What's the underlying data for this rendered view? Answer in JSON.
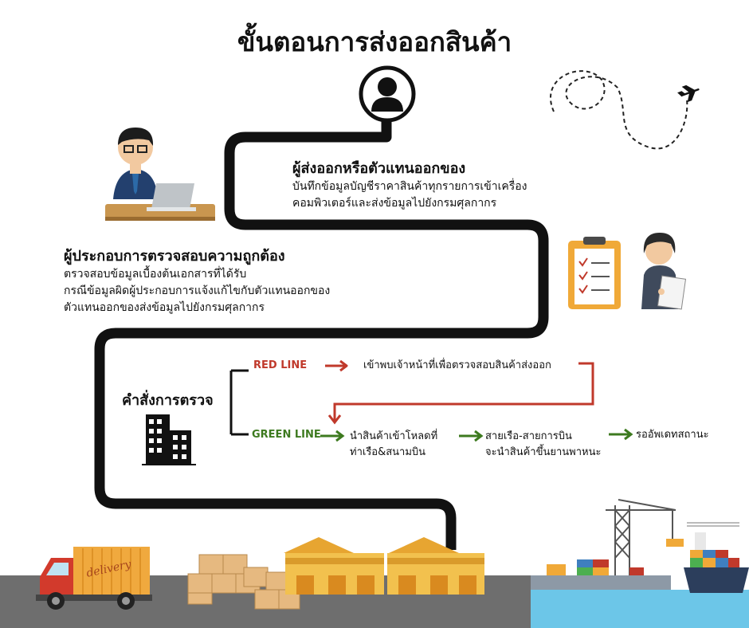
{
  "title": "ขั้นตอนการส่งออกสินค้า",
  "exporter": {
    "heading": "ผู้ส่งออกหรือตัวแทนออกของ",
    "lines": [
      "บันทึกข้อมูลบัญชีราคาสินค้าทุกรายการเข้าเครื่อง",
      "คอมพิวเตอร์และส่งข้อมูลไปยังกรมศุลกากร"
    ]
  },
  "verifier": {
    "heading": "ผู้ประกอบการตรวจสอบความถูกต้อง",
    "lines": [
      "ตรวจสอบข้อมูลเบื้องต้นเอกสารที่ได้รับ",
      "กรณีข้อมูลผิดผู้ประกอบการแจ้งแก้ไขกับตัวแทนออกของ",
      "ตัวแทนออกของส่งข้อมูลไปยังกรมศุลกากร"
    ]
  },
  "inspection": {
    "heading": "คำสั่งการตรวจ",
    "red_line": {
      "label": "RED LINE",
      "text": "เข้าพบเจ้าหน้าที่เพื่อตรวจสอบสินค้าส่งออก"
    },
    "green_line": {
      "label": "GREEN LINE",
      "steps": [
        [
          "นำสินค้าเข้าโหลดที่",
          "ท่าเรือ&สนามบิน"
        ],
        [
          "สายเรือ-สายการบิน",
          "จะนำสินค้าขึ้นยานพาหนะ"
        ],
        [
          "รออัพเดทสถานะ"
        ]
      ]
    }
  },
  "icons": {
    "user": "user-icon",
    "plane": "airplane-icon",
    "office_worker": "office-worker-laptop-icon",
    "checklist": "checklist-clipboard-icon",
    "woman_document": "woman-reading-document-icon",
    "building": "building-icon",
    "truck": "delivery-truck-icon",
    "boxes": "cardboard-boxes-icon",
    "warehouse": "warehouse-icon",
    "port": "port-crane-ship-icon"
  },
  "truck_text": "delivery",
  "colors": {
    "red": "#c0392b",
    "green": "#3d7a1f",
    "road": "#6e6e6e",
    "sea": "#6cc6e8",
    "warehouse": "#f2c14e"
  }
}
